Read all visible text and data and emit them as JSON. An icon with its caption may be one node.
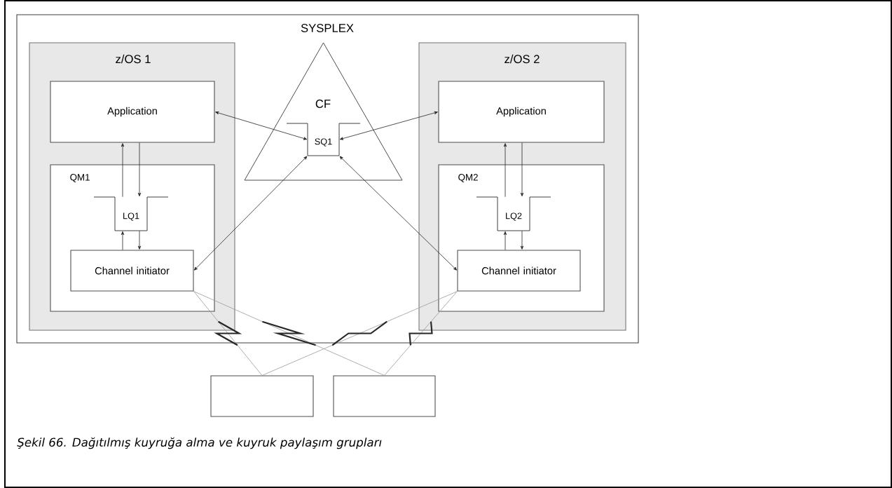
{
  "diagram": {
    "nodes": [
      {
        "text": [
          "SYSPLEX"
        ]
      },
      {
        "text": [
          "z/OS 1"
        ],
        "in": 0
      },
      {
        "text": [
          "Application"
        ],
        "in": 1
      },
      {
        "text": [
          "QM1"
        ],
        "in": 1
      },
      {
        "text": [
          "LQ1"
        ],
        "in": 3
      },
      {
        "text": [
          "Channel initiator"
        ],
        "in": 3
      },
      {
        "text": [
          "CF"
        ],
        "in": 0
      },
      {
        "text": [
          "SQ1"
        ],
        "in": 6
      },
      {
        "text": [
          "z/OS 2"
        ],
        "in": 0
      },
      {
        "text": [
          "Application"
        ],
        "in": 8
      },
      {
        "text": [
          "QM2"
        ],
        "in": 8
      },
      {
        "text": [
          "LQ2"
        ],
        "in": 10
      },
      {
        "text": [
          "Channel initiator"
        ],
        "in": 10
      },
      {
        "text": [],
        "shape": "box"
      },
      {
        "text": [],
        "shape": "box"
      }
    ],
    "edges": [
      {
        "from": 4,
        "to": 2,
        "arrow": "to"
      },
      {
        "from": 2,
        "to": 4,
        "arrow": "to"
      },
      {
        "from": 5,
        "to": 4,
        "arrow": "to"
      },
      {
        "from": 4,
        "to": 5,
        "arrow": "to"
      },
      {
        "from": 2,
        "to": 7,
        "arrow": "both"
      },
      {
        "from": 9,
        "to": 7,
        "arrow": "both"
      },
      {
        "from": 5,
        "to": 7,
        "arrow": "both"
      },
      {
        "from": 12,
        "to": 7,
        "arrow": "both"
      },
      {
        "from": 11,
        "to": 9,
        "arrow": "to"
      },
      {
        "from": 9,
        "to": 11,
        "arrow": "to"
      },
      {
        "from": 12,
        "to": 11,
        "arrow": "to"
      },
      {
        "from": 11,
        "to": 12,
        "arrow": "to"
      },
      {
        "from": 5,
        "to": 13,
        "arrow": "none",
        "color": "#999999"
      },
      {
        "from": 5,
        "to": 14,
        "arrow": "none",
        "color": "#999999"
      },
      {
        "from": 12,
        "to": 13,
        "arrow": "none",
        "color": "#999999"
      },
      {
        "from": 12,
        "to": 14,
        "arrow": "none",
        "color": "#999999"
      }
    ],
    "caption": "Şekil 66. Dağıtılmış kuyruğa alma ve kuyruk paylaşım grupları"
  }
}
